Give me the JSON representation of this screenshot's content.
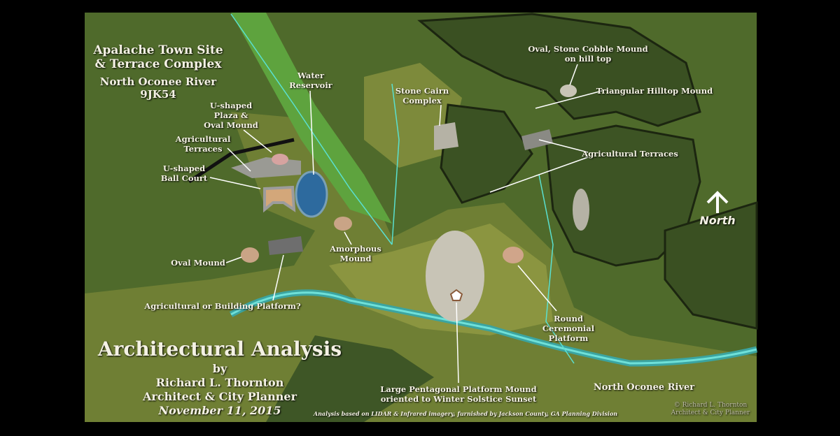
{
  "title": {
    "line1": "Apalache Town Site",
    "line2": "& Terrace Complex",
    "line3": "North Oconee River",
    "line4": "9JK54"
  },
  "labels": {
    "plaza": [
      "U-shaped",
      "Plaza &",
      "Oval Mound"
    ],
    "ag_terraces_w": [
      "Agricultural",
      "Terraces"
    ],
    "ball_court": [
      "U-shaped",
      "Ball Court"
    ],
    "reservoir": [
      "Water",
      "Reservoir"
    ],
    "cairn": [
      "Stone Cairn",
      "Complex"
    ],
    "cobble": [
      "Oval, Stone Cobble Mound",
      "on hill top"
    ],
    "triangular": "Triangular Hilltop Mound",
    "ag_terraces_e": "Agricultural Terraces",
    "amorphous": [
      "Amorphous",
      "Mound"
    ],
    "oval_mound": "Oval Mound",
    "platform": "Agricultural or Building Platform?",
    "round": [
      "Round",
      "Ceremonial",
      "Platform"
    ],
    "pentagonal": [
      "Large Pentagonal Platform Mound",
      "oriented to Winter Solstice Sunset"
    ],
    "river": "North Oconee River",
    "north": "North"
  },
  "credits": {
    "heading": "Architectural Analysis",
    "by": "by",
    "author": "Richard L. Thornton",
    "role": "Architect & City Planner",
    "date": "November 11, 2015",
    "source": "Analysis based on LIDAR & Infrared imagery, furnished by Jackson County, GA Planning Division",
    "copyright1": "© Richard L. Thornton",
    "copyright2": "Architect & City Planner"
  },
  "colors": {
    "base": "#4f6a2b",
    "hill": "#3d5525",
    "valley": "#7c8a3a",
    "river": "#4cc7c0",
    "mound": "#c9a486"
  }
}
